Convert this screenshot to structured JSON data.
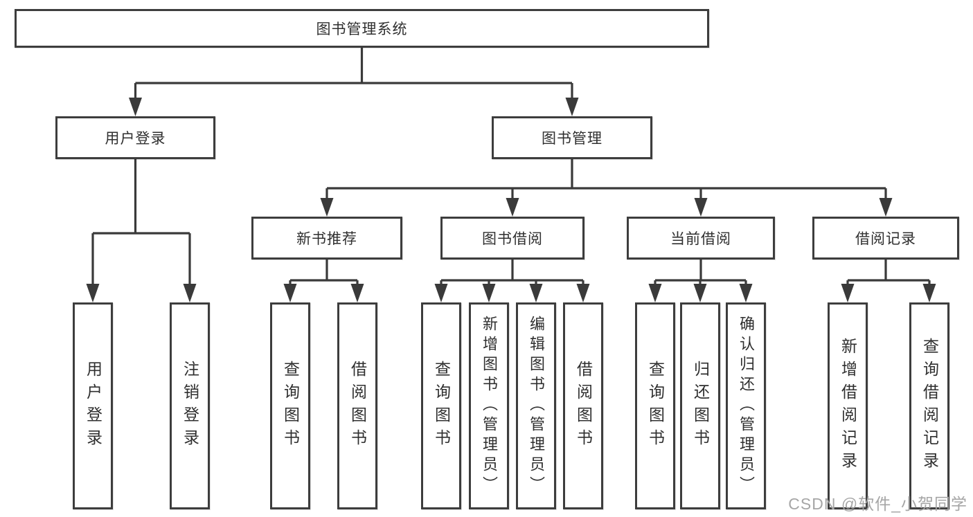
{
  "tree": {
    "root": {
      "label": "图书管理系统"
    },
    "branches": [
      {
        "label": "用户登录",
        "children": [
          {
            "label": "用户登录"
          },
          {
            "label": "注销登录"
          }
        ]
      },
      {
        "label": "图书管理",
        "children": [
          {
            "label": "新书推荐",
            "children": [
              {
                "label": "查询图书"
              },
              {
                "label": "借阅图书"
              }
            ]
          },
          {
            "label": "图书借阅",
            "children": [
              {
                "label": "查询图书"
              },
              {
                "label": "新增图书（管理员）"
              },
              {
                "label": "编辑图书（管理员）"
              },
              {
                "label": "借阅图书"
              }
            ]
          },
          {
            "label": "当前借阅",
            "children": [
              {
                "label": "查询图书"
              },
              {
                "label": "归还图书"
              },
              {
                "label": "确认归还（管理员）"
              }
            ]
          },
          {
            "label": "借阅记录",
            "children": [
              {
                "label": "新增借阅记录"
              },
              {
                "label": "查询借阅记录"
              }
            ]
          }
        ]
      }
    ]
  },
  "watermark": {
    "text": "CSDN @软件_小贺同学"
  },
  "colors": {
    "line": "#3a3a3a",
    "border": "#3d3d3d",
    "background": "#ffffff",
    "text": "#2f2f2f",
    "watermark": "#a6a6a6"
  }
}
